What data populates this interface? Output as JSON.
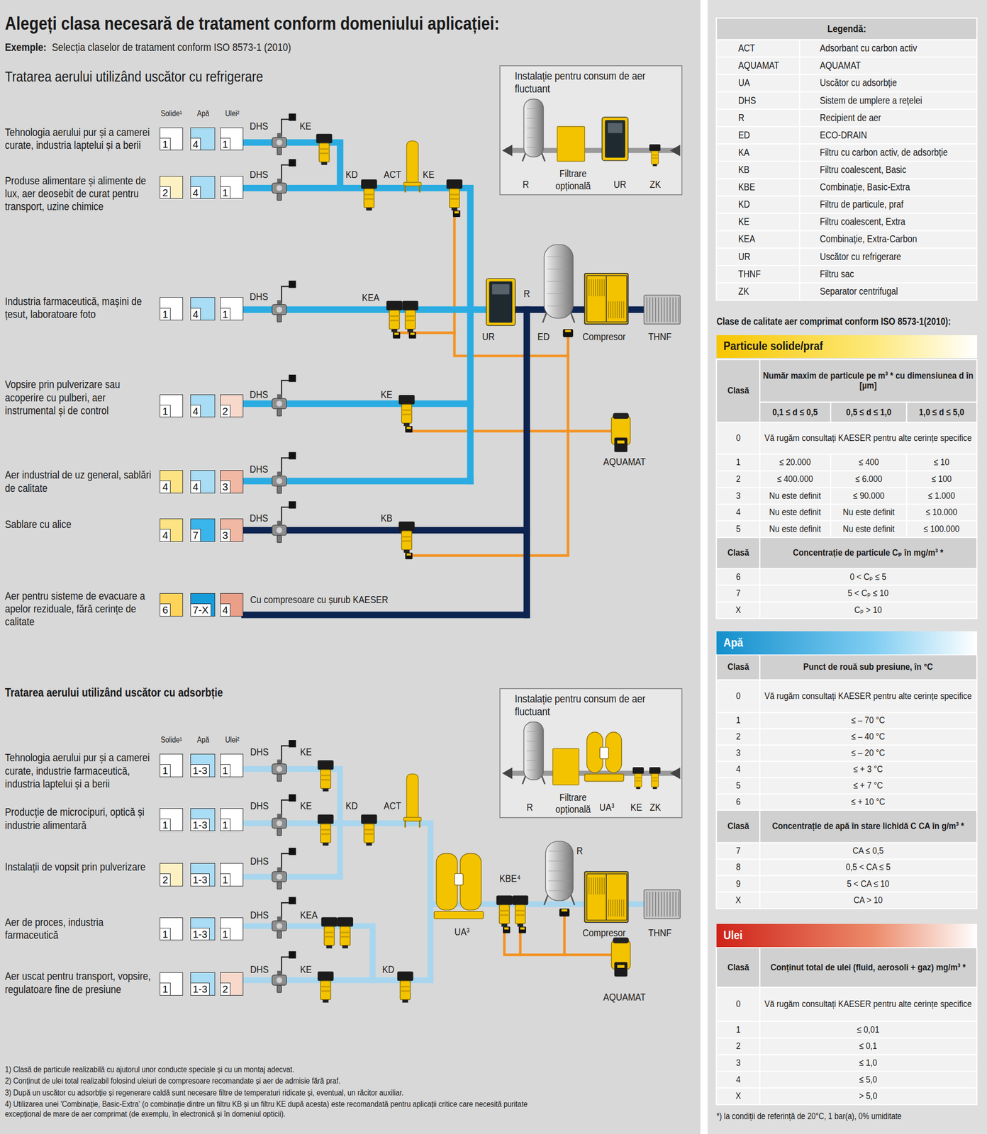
{
  "diagram": {
    "title": "Alegeți clasa necesară de tratament conform domeniului aplicației:",
    "nodes": [
      {
        "text": [
          "1"
        ]
      },
      {
        "text": [
          "4"
        ]
      },
      {
        "text": [
          "1"
        ]
      },
      {
        "text": [
          "2"
        ]
      },
      {
        "text": [
          "4"
        ]
      },
      {
        "text": [
          "1"
        ]
      },
      {
        "text": [
          "1"
        ]
      },
      {
        "text": [
          "4"
        ]
      },
      {
        "text": [
          "1"
        ]
      },
      {
        "text": [
          "1"
        ]
      },
      {
        "text": [
          "4"
        ]
      },
      {
        "text": [
          "2"
        ]
      },
      {
        "text": [
          "4"
        ]
      },
      {
        "text": [
          "4"
        ]
      },
      {
        "text": [
          "3"
        ]
      },
      {
        "text": [
          "4"
        ]
      },
      {
        "text": [
          "7"
        ]
      },
      {
        "text": [
          "3"
        ]
      },
      {
        "text": [
          "6"
        ]
      },
      {
        "text": [
          "7-X"
        ]
      },
      {
        "text": [
          "4"
        ]
      },
      {
        "text": [
          "Instalație pentru consum de aer fluctuant"
        ]
      },
      {
        "text": [
          "1"
        ]
      },
      {
        "text": [
          "1-3"
        ]
      },
      {
        "text": [
          "1"
        ]
      },
      {
        "text": [
          "1"
        ]
      },
      {
        "text": [
          "1-3"
        ]
      },
      {
        "text": [
          "1"
        ]
      },
      {
        "text": [
          "2"
        ]
      },
      {
        "text": [
          "1-3"
        ]
      },
      {
        "text": [
          "1"
        ]
      },
      {
        "text": [
          "1"
        ]
      },
      {
        "text": [
          "1-3"
        ]
      },
      {
        "text": [
          "1"
        ]
      },
      {
        "text": [
          "1"
        ]
      },
      {
        "text": [
          "1-3"
        ]
      },
      {
        "text": [
          "2"
        ]
      },
      {
        "text": [
          "Instalație pentru consum de aer fluctuant"
        ]
      },
      {
        "text": [
          "Particule solide/praf"
        ]
      },
      {
        "text": [
          "Apă"
        ]
      },
      {
        "text": [
          "Ulei"
        ]
      }
    ],
    "labels": [
      "Exemple:",
      "Selecția claselor de tratament conform ISO 8573-1 (2010)",
      "Tratarea aerului utilizând uscător cu refrigerare",
      "Solide¹",
      "Apă",
      "Ulei²",
      "Tehnologia aerului pur și a camerei curate, industria laptelui și a berii",
      "Produse alimentare și alimente de lux, aer deosebit de curat pentru transport, uzine chimice",
      "Industria farmaceutică, mașini de țesut, laboratoare foto",
      "Vopsire prin pulverizare sau acoperire cu pulberi, aer instrumental și de control",
      "Aer industrial de uz general, sablări de calitate",
      "Sablare cu alice",
      "Aer pentru sisteme de evacuare a apelor reziduale, fără cerințe de calitate",
      "DHS",
      "KE",
      "DHS",
      "KD",
      "ACT",
      "KE",
      "DHS",
      "KEA",
      "R",
      "UR",
      "ED",
      "Compresor",
      "THNF",
      "DHS",
      "KE",
      "AQUAMAT",
      "DHS",
      "DHS",
      "KB",
      "Cu compresoare cu șurub KAESER",
      "R",
      "Filtrare opțională",
      "UR",
      "ZK",
      "Tratarea aerului utilizând uscător cu adsorbție",
      "Solide¹",
      "Apă",
      "Ulei²",
      "Tehnologia aerului pur și a camerei curate, industrie farmaceutică, industria laptelui și a berii",
      "Producție de microcipuri, optică și industrie alimentară",
      "Instalații de vopsit prin pulverizare",
      "Aer de proces, industria farmaceutică",
      "Aer uscat pentru transport, vopsire, regulatoare fine de presiune",
      "DHS",
      "KE",
      "DHS",
      "KE",
      "KD",
      "ACT",
      "DHS",
      "DHS",
      "KEA",
      "DHS",
      "KE",
      "KD",
      "UA³",
      "KBE⁴",
      "R",
      "Compresor",
      "THNF",
      "AQUAMAT",
      "R",
      "Filtrare opțională",
      "UA³",
      "KE",
      "ZK",
      "1) Clasă de particule realizabilă cu ajutorul unor conducte speciale și cu un montaj adecvat.",
      "2) Conținut de ulei total realizabil folosind uleiuri de compresoare recomandate și aer de admisie fără praf.",
      "3) După un uscător cu adsorbție și regenerare caldă sunt necesare filtre de temperaturi ridicate și, eventual, un răcitor auxiliar.",
      "4) Utilizarea unei 'Combinație, Basic-Extra' (o combinație dintre un filtru KB și un filtru KE după acesta) este recomandată pentru aplicații critice care necesită puritate excepțional de mare de aer comprimat (de exemplu, în electronică și în domeniul opticii).",
      "Legendă:",
      "ACT",
      "Adsorbant cu carbon activ",
      "AQUAMAT",
      "AQUAMAT",
      "UA",
      "Uscător cu adsorbție",
      "DHS",
      "Sistem de umplere a rețelei",
      "R",
      "Recipient de aer",
      "ED",
      "ECO-DRAIN",
      "KA",
      "Filtru cu carbon activ, de adsorbție",
      "KB",
      "Filtru coalescent, Basic",
      "KBE",
      "Combinație, Basic-Extra",
      "KD",
      "Filtru de particule, praf",
      "KE",
      "Filtru coalescent, Extra",
      "KEA",
      "Combinație, Extra-Carbon",
      "UR",
      "Uscător cu refrigerare",
      "THNF",
      "Filtru sac",
      "ZK",
      "Separator centrifugal",
      "Clase de calitate aer comprimat conform ISO 8573-1(2010):",
      "Clasă",
      "Număr maxim de particule pe m³ * cu dimensiunea d în [µm]",
      "0,1 ≤ d ≤ 0,5",
      "0,5 ≤ d ≤ 1,0",
      "1,0 ≤ d ≤ 5,0",
      "0",
      "Vă rugăm consultați KAESER pentru alte cerințe specifice",
      "1",
      "≤ 20.000",
      "≤ 400",
      "≤ 10",
      "2",
      "≤ 400.000",
      "≤ 6.000",
      "≤ 100",
      "3",
      "Nu este definit",
      "≤ 90.000",
      "≤ 1.000",
      "4",
      "Nu este definit",
      "Nu este definit",
      "≤ 10.000",
      "5",
      "Nu este definit",
      "Nu este definit",
      "≤ 100.000",
      "Clasă",
      "Concentrație de particule Cₚ în mg/m³ *",
      "6",
      "0 < Cₚ ≤ 5",
      "7",
      "5 < Cₚ ≤ 10",
      "X",
      "Cₚ > 10",
      "Clasă",
      "Punct de rouă sub presiune, în °C",
      "0",
      "Vă rugăm consultați KAESER pentru alte cerințe specifice",
      "1",
      "≤ – 70 °C",
      "2",
      "≤ – 40 °C",
      "3",
      "≤ – 20 °C",
      "4",
      "≤ + 3 °C",
      "5",
      "≤ + 7 °C",
      "6",
      "≤ + 10 °C",
      "Clasă",
      "Concentrație de apă în stare lichidă C CA în g/m³ *",
      "7",
      "CA ≤ 0,5",
      "8",
      "0,5 < CA ≤ 5",
      "9",
      "5 < CA ≤ 10",
      "X",
      "CA > 10",
      "Clasă",
      "Conținut total de ulei (fluid, aerosoli + gaz) mg/m³ *",
      "0",
      "Vă rugăm consultați KAESER pentru alte cerințe specifice",
      "1",
      "≤ 0,01",
      "2",
      "≤ 0,1",
      "3",
      "≤ 1,0",
      "4",
      "≤ 5,0",
      "X",
      "> 5,0",
      "*) la condiții de referință de 20°C, 1 bar(a), 0% umiditate"
    ]
  }
}
